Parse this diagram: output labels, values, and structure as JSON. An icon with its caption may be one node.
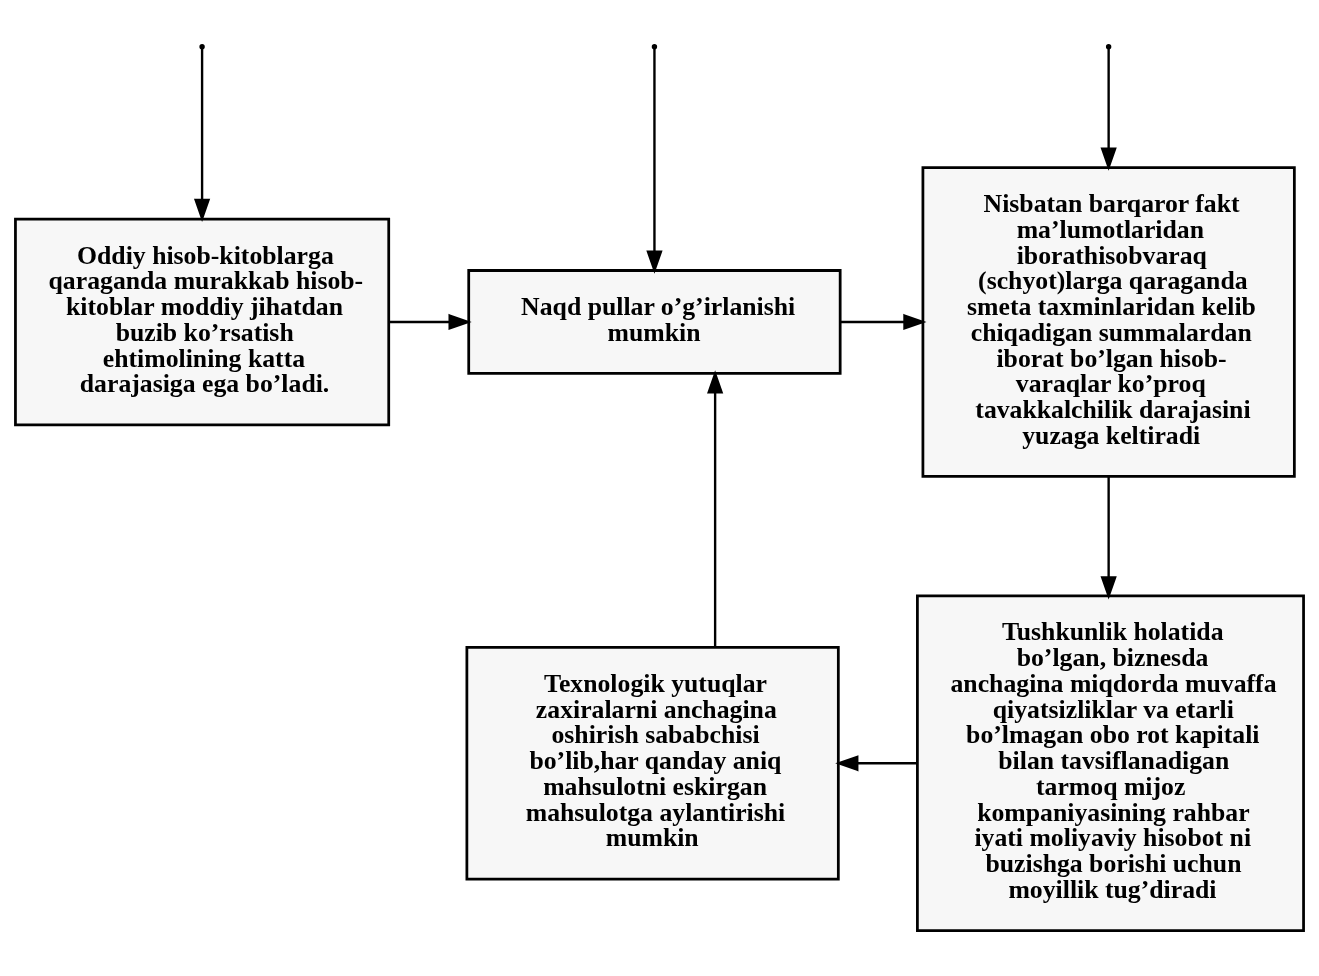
{
  "diagram": {
    "nodes": [
      {
        "text": [
          "Oddiy hisob-kitoblarga qaraganda murakkab hisob-kitoblar moddiy jihatdan buzib ko’rsatish ehtimolining katta darajasiga ega bo’ladi."
        ]
      },
      {
        "text": [
          "Naqd pullar o’g’irlanishi mumkin"
        ]
      },
      {
        "text": [
          "Nisbatan barqaror fakt ma’lumotlaridan iborathisobvaraq (schyot)larga qaraganda smeta taxminlaridan kelib chiqadigan summalardan iborat bo’lgan hisob-varaqlar ko’proq tavakkalchilik darajasini yuzaga keltiradi"
        ]
      },
      {
        "text": [
          "Texnologik yutuqlar zaxiralarni anchagina oshirish sababchisi bo’lib,har qanday aniq mahsulotni eskirgan mahsulotga aylantirishi mumkin"
        ]
      },
      {
        "text": [
          "Tushkunlik holatida bo’lgan, biznesda anchagina miqdorda muvaffa qiyatsizliklar va etarli bo’lmagan obo rot kapitali bilan tavsiflanadigan tarmoq mijoz kompaniyasining rahbar iyati moliyaviy hisobot ni buzishga borishi uchun moyillik tug’diradi"
        ]
      }
    ],
    "edges": [
      {
        "from": null,
        "to": 0,
        "arrow": "to"
      },
      {
        "from": null,
        "to": 1,
        "arrow": "to"
      },
      {
        "from": null,
        "to": 2,
        "arrow": "to"
      },
      {
        "from": 0,
        "to": 1,
        "arrow": "to"
      },
      {
        "from": 1,
        "to": 2,
        "arrow": "to"
      },
      {
        "from": 2,
        "to": 4,
        "arrow": "to"
      },
      {
        "from": 4,
        "to": 3,
        "arrow": "to"
      },
      {
        "from": 3,
        "to": 1,
        "arrow": "to"
      }
    ]
  }
}
